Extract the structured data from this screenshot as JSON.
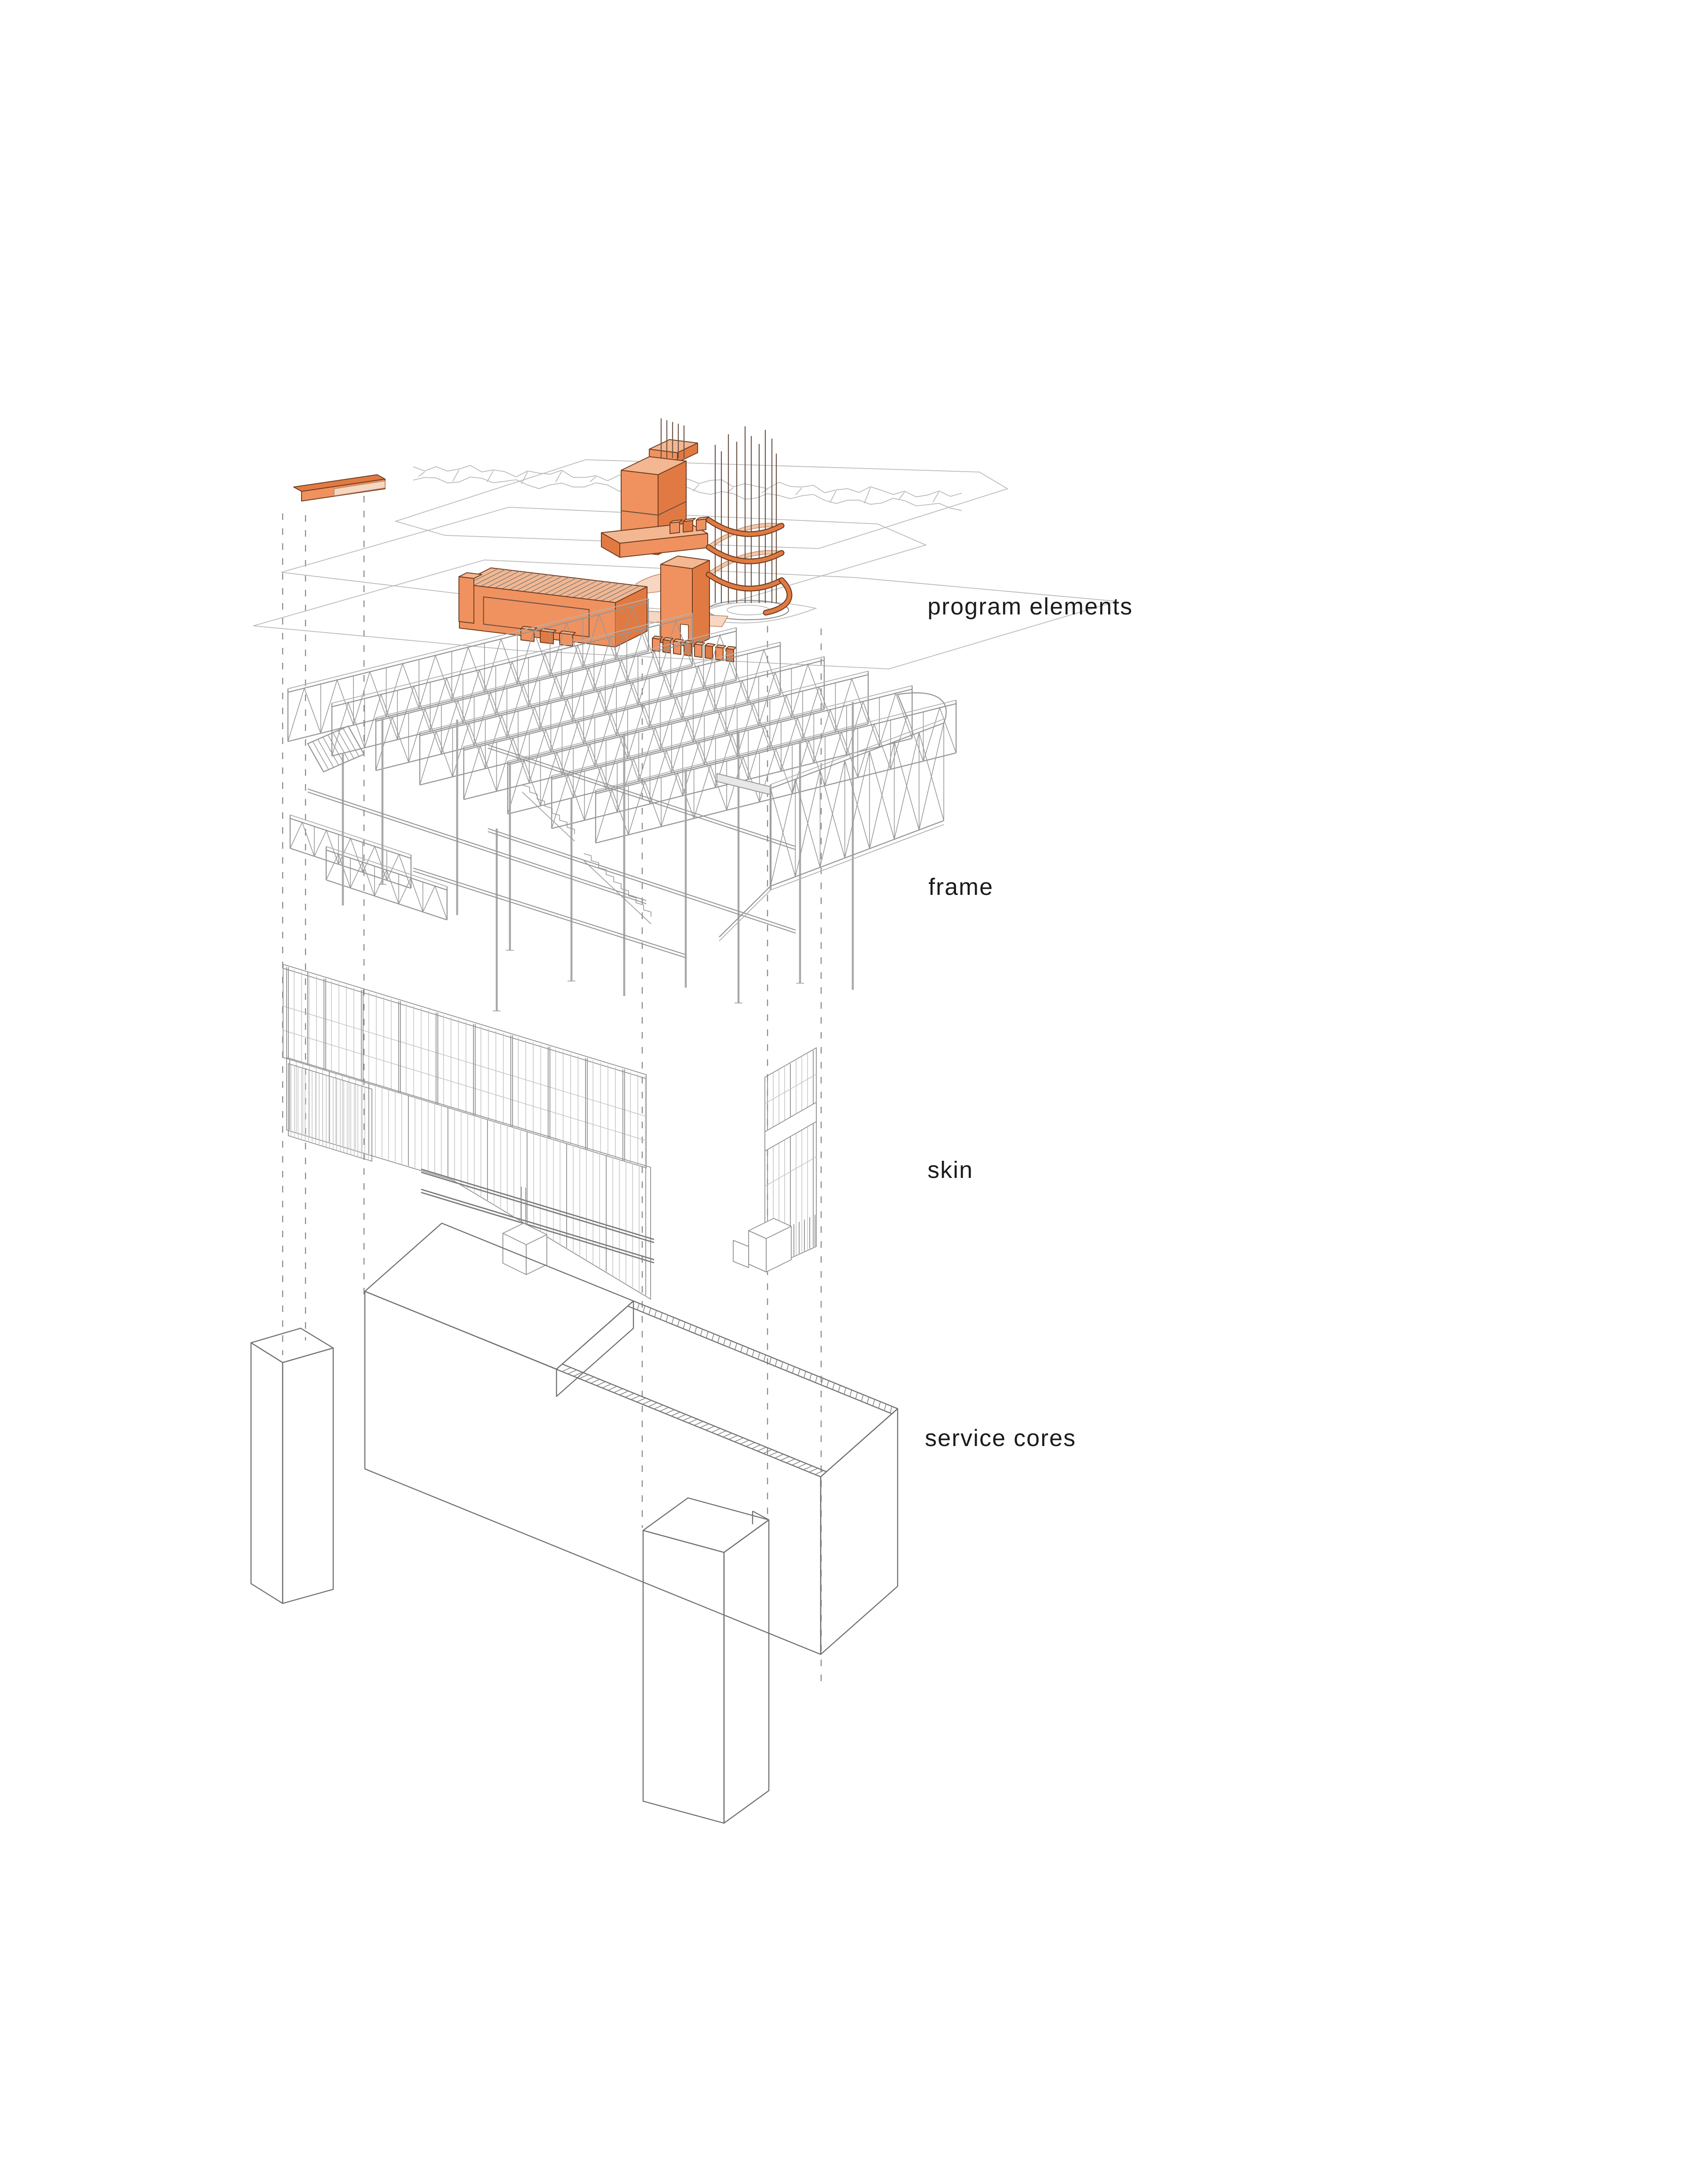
{
  "page": {
    "background": "#ffffff"
  },
  "diagram": {
    "type": "exploded-axonometric",
    "layers": [
      {
        "id": "program-elements",
        "label": "program elements"
      },
      {
        "id": "frame",
        "label": "frame"
      },
      {
        "id": "skin",
        "label": "skin"
      },
      {
        "id": "service-cores",
        "label": "service cores"
      }
    ]
  },
  "colors": {
    "background": "#ffffff",
    "line": "#8f8f8f",
    "line-light": "#b9b9b9",
    "dash": "#8a8a8a",
    "truss": "#969696",
    "truss-light": "#b3b3b3",
    "column": "#a8a8a8",
    "skin-line": "#8f8f8f",
    "skin-light": "#c3c3c3",
    "skin-bold": "#7c7c7c",
    "core-line": "#6f6f6f",
    "hatch": "#7f7f7f",
    "orange-face": "#f0925f",
    "orange-side": "#e17a42",
    "orange-top": "#f3b791",
    "orange-pale": "#f7d6c2",
    "orange-line": "#6d3c20",
    "spiral-back": "#c99a77",
    "spiral-back-fill": "#f4c9ab",
    "post": "#6b5243",
    "text": "#1b1b1b"
  }
}
